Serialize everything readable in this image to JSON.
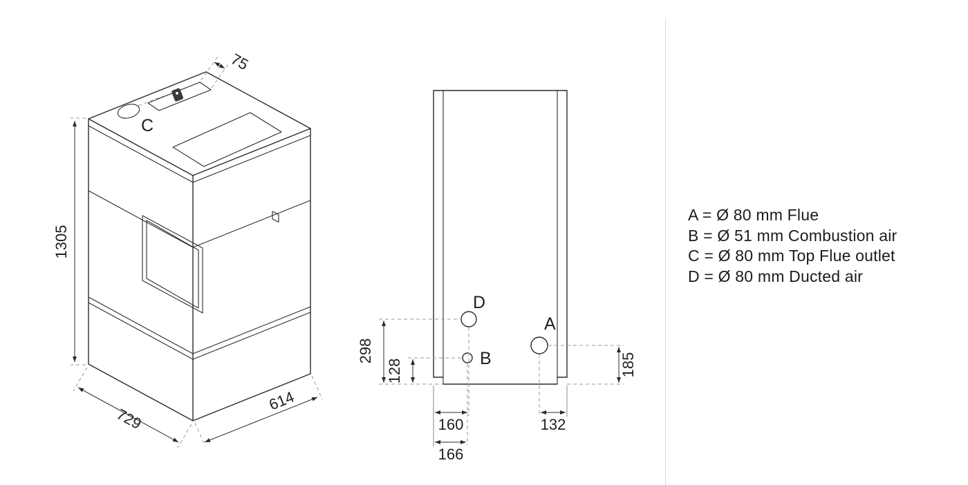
{
  "iso_view": {
    "label_c": "C",
    "dim_height": "1305",
    "dim_depth": "729",
    "dim_width": "614",
    "dim_top_offset": "75"
  },
  "rear_view": {
    "label_a": "A",
    "label_b": "B",
    "label_d": "D",
    "dim_d_from_bottom": "298",
    "dim_b_from_bottom": "128",
    "dim_a_from_bottom": "185",
    "dim_d_from_left": "160",
    "dim_b_from_left": "166",
    "dim_a_from_right": "132"
  },
  "legend": {
    "items": [
      "A = Ø 80 mm Flue",
      "B = Ø 51 mm Combustion air",
      "C = Ø 80 mm Top Flue outlet",
      "D = Ø 80 mm Ducted air"
    ]
  },
  "colors": {
    "line": "#2a2a2a",
    "dashed": "#9a9a9a",
    "divider": "#d9d9d9"
  }
}
